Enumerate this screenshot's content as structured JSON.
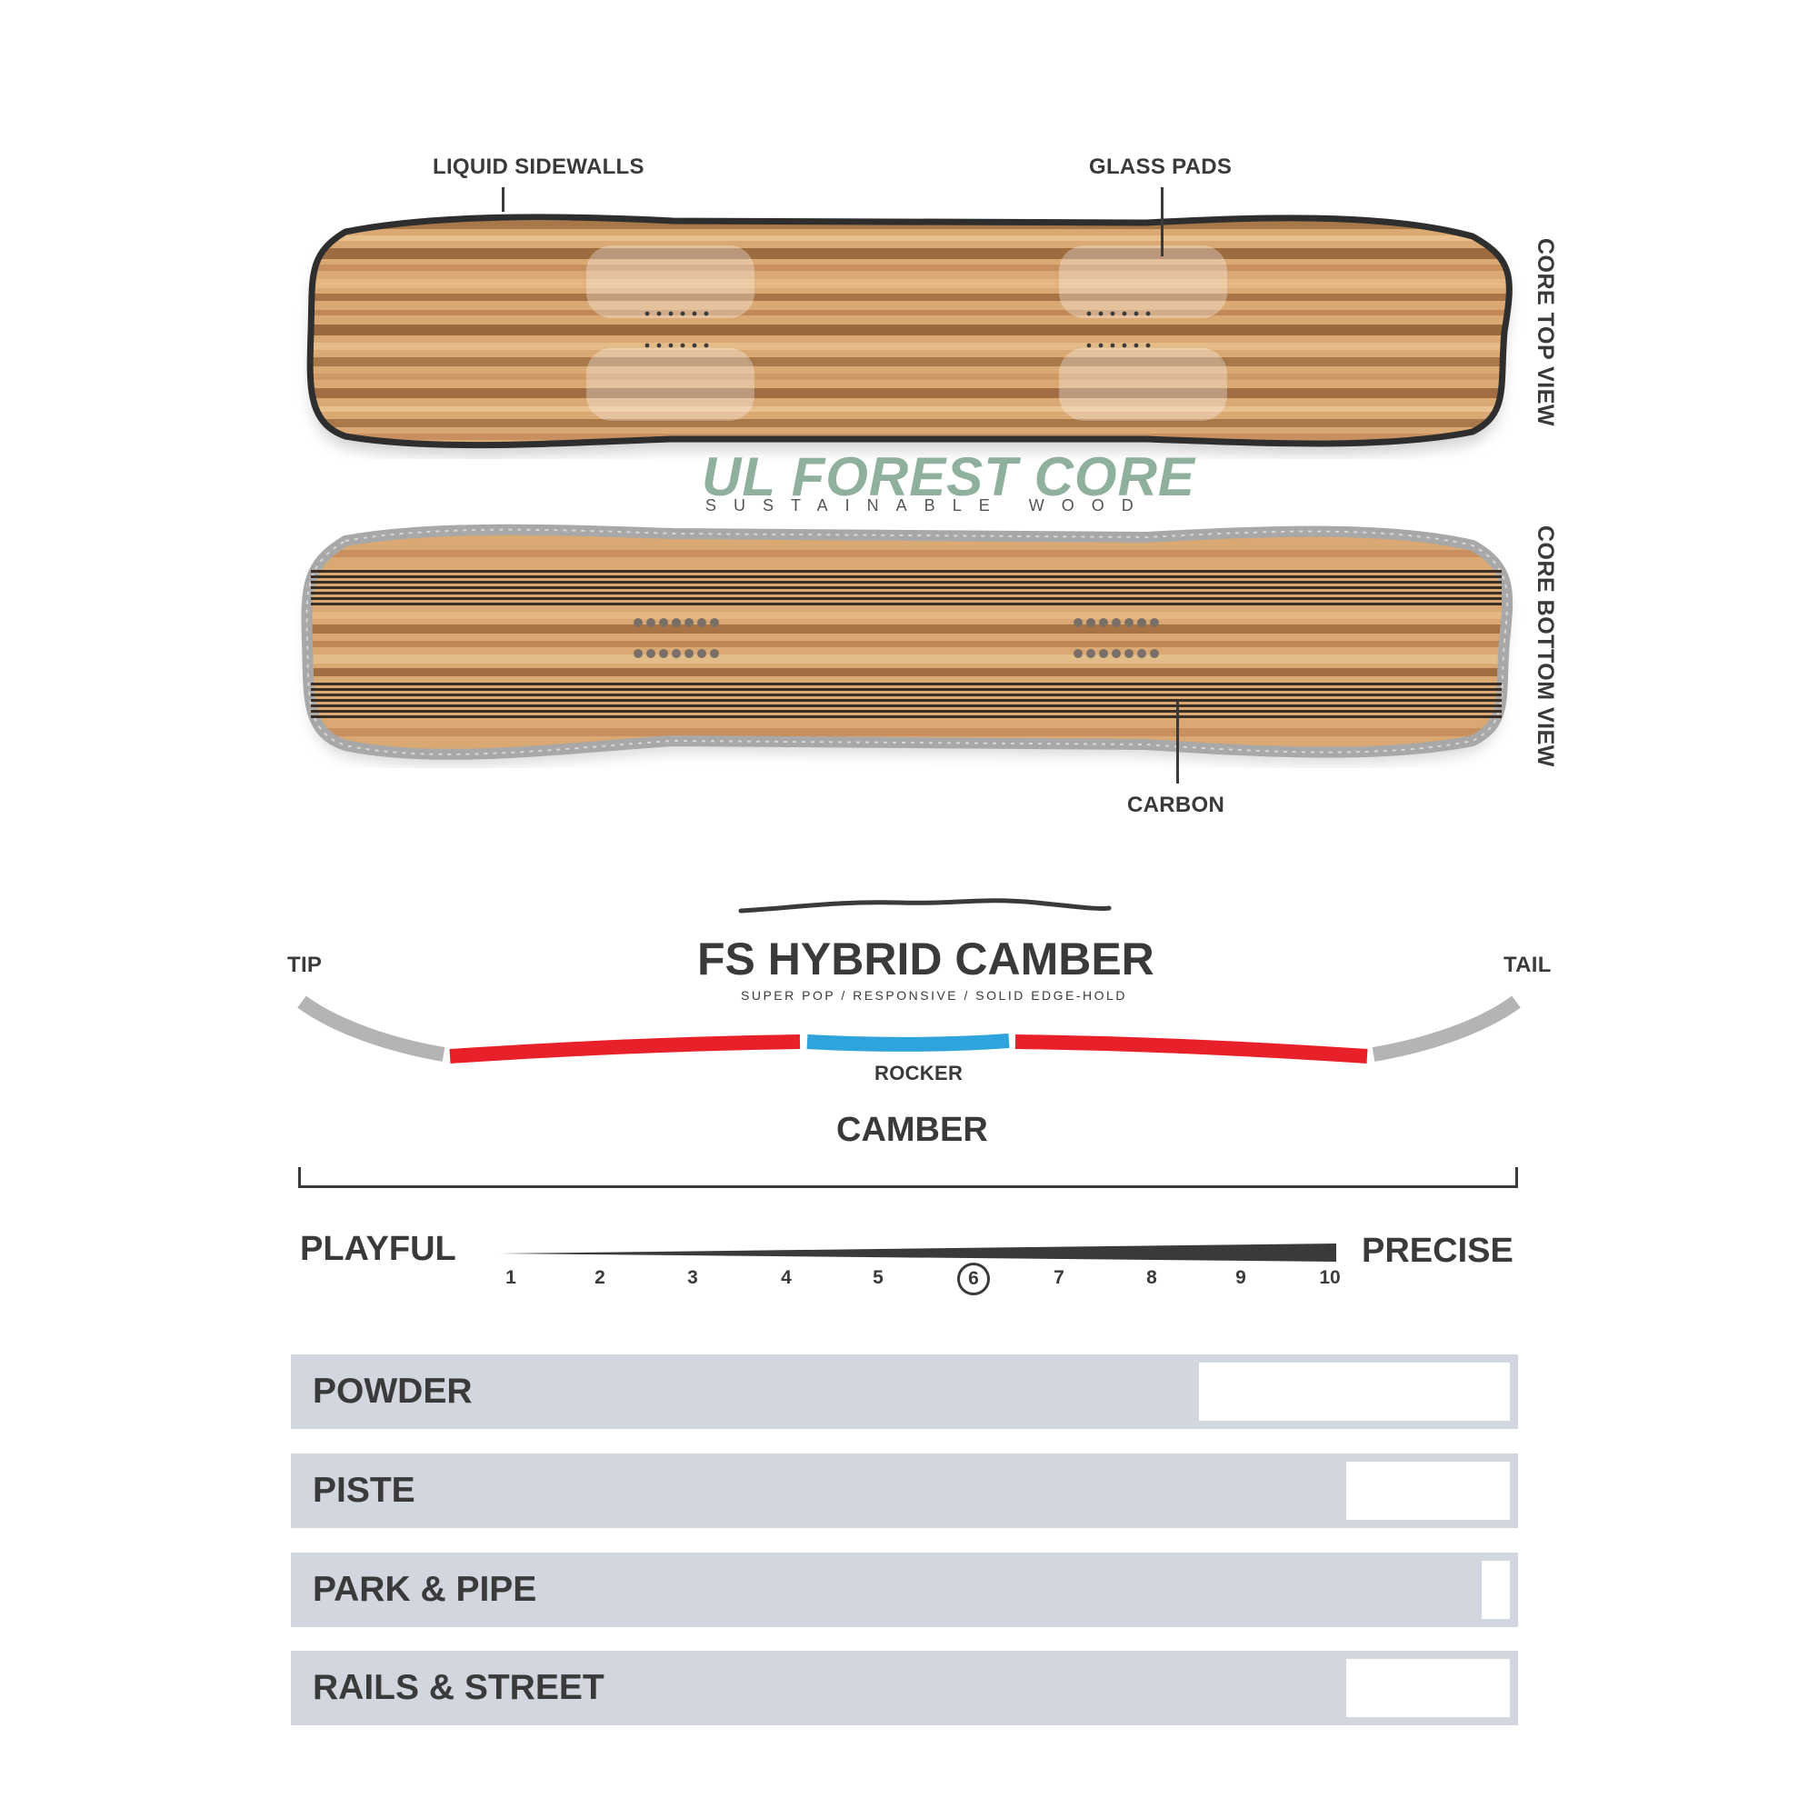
{
  "board_top": {
    "label_sidewalls": "LIQUID SIDEWALLS",
    "label_glass": "GLASS PADS",
    "side_label": "CORE TOP VIEW"
  },
  "core": {
    "title": "UL FOREST CORE",
    "subtitle": "SUSTAINABLE WOOD"
  },
  "board_bottom": {
    "side_label": "CORE BOTTOM VIEW",
    "label_carbon": "CARBON"
  },
  "camber": {
    "title": "FS HYBRID CAMBER",
    "subtitle": "SUPER POP / RESPONSIVE / SOLID EDGE-HOLD",
    "tip": "TIP",
    "tail": "TAIL",
    "rocker": "ROCKER",
    "camber": "CAMBER",
    "colors": {
      "contact": "#b4b4b4",
      "camber": "#e8202a",
      "rocker": "#2fa3dc"
    }
  },
  "flex_scale": {
    "left": "PLAYFUL",
    "right": "PRECISE",
    "ticks": [
      "1",
      "2",
      "3",
      "4",
      "5",
      "6",
      "7",
      "8",
      "9",
      "10"
    ],
    "selected": 6
  },
  "terrain": [
    {
      "name": "POWDER",
      "fraction": 0.74
    },
    {
      "name": "PISTE",
      "fraction": 0.86
    },
    {
      "name": "PARK & PIPE",
      "fraction": 0.97
    },
    {
      "name": "RAILS & STREET",
      "fraction": 0.86
    }
  ]
}
